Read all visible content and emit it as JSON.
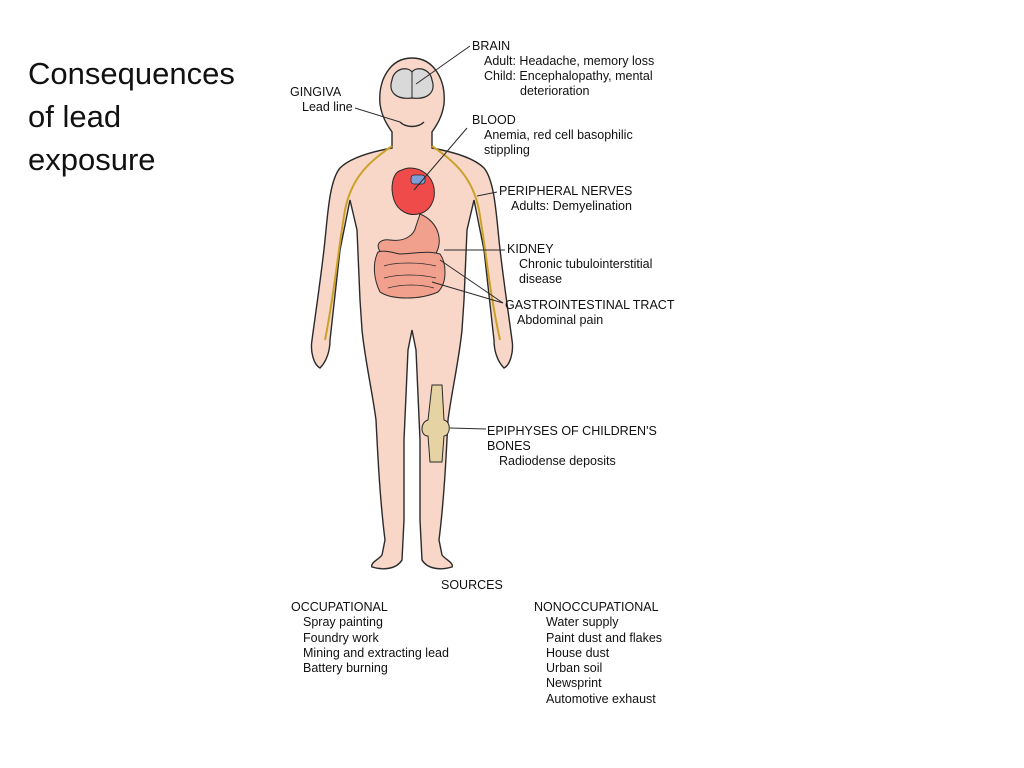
{
  "title": [
    "Consequences",
    "of lead",
    "exposure"
  ],
  "labels": {
    "brain": {
      "heading": "BRAIN",
      "adult": "Adult: Headache, memory loss",
      "child": "Child: Encephalopathy, mental",
      "child_cont": "deterioration"
    },
    "gingiva": {
      "heading": "GINGIVA",
      "detail": "Lead line"
    },
    "blood": {
      "heading": "BLOOD",
      "detail_1": "Anemia, red cell basophilic",
      "detail_2": "stippling"
    },
    "peripheral_nerves": {
      "heading": "PERIPHERAL NERVES",
      "detail": "Adults: Demyelination"
    },
    "kidney": {
      "heading": "KIDNEY",
      "detail_1": "Chronic tubulointerstitial",
      "detail_2": "disease"
    },
    "gi_tract": {
      "heading": "GASTROINTESTINAL TRACT",
      "detail": "Abdominal pain"
    },
    "bones": {
      "heading_1": "EPIPHYSES OF CHILDREN'S",
      "heading_2": "BONES",
      "detail": "Radiodense deposits"
    }
  },
  "sources": {
    "title": "SOURCES",
    "occupational": {
      "heading": "OCCUPATIONAL",
      "items": [
        "Spray painting",
        "Foundry work",
        "Mining and extracting lead",
        "Battery burning"
      ]
    },
    "nonoccupational": {
      "heading": "NONOCCUPATIONAL",
      "items": [
        "Water supply",
        "Paint dust and flakes",
        "House dust",
        "Urban soil",
        "Newsprint",
        "Automotive exhaust"
      ]
    }
  },
  "colors": {
    "skin": "#f8d7c9",
    "outline": "#2a2a2a",
    "brain": "#d9d9d9",
    "heart": "#ef4b4b",
    "vessel": "#7f9fd6",
    "gut": "#f0a08c",
    "nerve": "#c9a227",
    "bone": "#e6d3a3"
  }
}
